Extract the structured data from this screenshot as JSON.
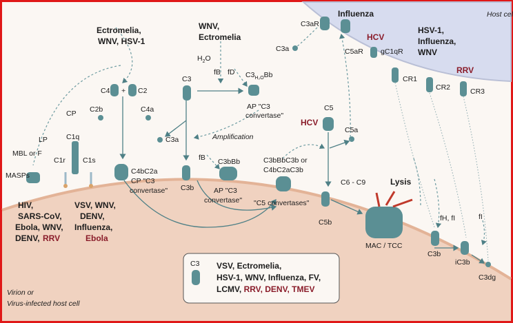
{
  "host_cell": "Host cell",
  "virion_label": [
    "Virion or",
    "Virus-infected host cell"
  ],
  "virus_groups": {
    "influenza_top": "Influenza",
    "hcv_receptor": "HCV",
    "hsv_influenza": [
      "HSV-1,",
      "Influenza,",
      "WNV"
    ],
    "rrv_receptor": "RRV",
    "ectromelia": [
      "Ectromelia,",
      "WNV, HSV-1"
    ],
    "wnv_ectromelia": [
      "WNV,",
      "Ectromelia"
    ],
    "hcv_c5": "HCV",
    "hiv_group": [
      "HIV,",
      "SARS-CoV,",
      "Ebola, WNV,",
      "DENV, "
    ],
    "hiv_rrv": "RRV",
    "vsv_group": [
      "VSV, WNV,",
      "DENV,",
      "Influenza,"
    ],
    "vsv_ebola": "Ebola"
  },
  "labels": {
    "c3ar": "C3aR",
    "c3a_top": "C3a",
    "c5ar": "C5aR",
    "gc1qr": "gC1qR",
    "cr1": "CR1",
    "cr2": "CR2",
    "cr3": "CR3",
    "c4": "C4",
    "plus": "+",
    "c2": "C2",
    "c2b": "C2b",
    "c4a": "C4a",
    "cp": "CP",
    "lp": "LP",
    "mbl": "MBL or F",
    "masps": "MASPs",
    "c1q": "C1q",
    "c1r": "C1r",
    "c1s": "C1s",
    "c3": "C3",
    "h2o": "H",
    "h2o_sub": "2",
    "h2o_o": "O",
    "fb": "fB",
    "fd": "fD",
    "c3h2obb": "C3",
    "c3h2obb_sub": "H₂O",
    "c3h2obb_bb": "Bb",
    "ap_c3_top": [
      "AP \"C3",
      "convertase\""
    ],
    "c3a_mid": "C3a",
    "amplification": "Amplification",
    "fb2": "fB",
    "c3bbb": "C3bBb",
    "c3bbbc3b": [
      "C3bBbC3b or",
      "C4bC2aC3b"
    ],
    "c5": "C5",
    "c5a": "C5a",
    "c4bc2a": "C4bC2a",
    "cp_c3": [
      "CP \"C3",
      "convertase\""
    ],
    "c3b_mid": "C3b",
    "ap_c3_mid": [
      "AP \"C3",
      "convertase\""
    ],
    "c5_convertases": "\"C5 convertases\"",
    "c6c9": "C6 - C9",
    "lysis": "Lysis",
    "c5b": "C5b",
    "mac": "MAC / TCC",
    "fh_fi": "fH, fI",
    "fi": "fI",
    "c3b_right": "C3b",
    "ic3b": "iC3b",
    "c3dg": "C3dg"
  },
  "legend": {
    "c3": "C3",
    "line1": "VSV, Ectromelia,",
    "line2": "HSV-1, WNV, Influenza, FV,",
    "line3_a": "LCMV, ",
    "line3_b": "RRV, DENV, TMEV"
  },
  "colors": {
    "protein": "#5b8f94",
    "membrane": "#e8b79a",
    "host": "#d7dcef",
    "virus_red": "#8a1c2a",
    "lysis_arrow": "#c0392b",
    "frame": "#e01818"
  }
}
